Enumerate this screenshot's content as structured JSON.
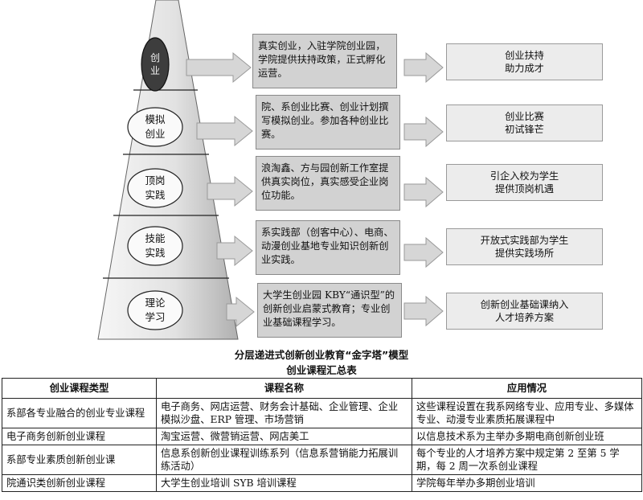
{
  "levels": [
    {
      "label_line1": "创",
      "label_line2": "业",
      "description": "真实创业，入驻学院创业园，学院提供扶持政策，正式孵化运营。",
      "result": "创业扶持\n助力成才"
    },
    {
      "label_line1": "模拟",
      "label_line2": "创业",
      "description": "院、系创业比赛、创业计划撰写模拟创业。参加各种创业比赛。",
      "result": "创业比赛\n初试锋芒"
    },
    {
      "label_line1": "顶岗",
      "label_line2": "实践",
      "description": "浪淘鑫、方与园创新工作室提供真实岗位，真实感受企业岗位功能。",
      "result": "引企入校为学生\n提供顶岗机遇"
    },
    {
      "label_line1": "技能",
      "label_line2": "实践",
      "description": "系实践部（创客中心）、电商、动漫创业基地专业知识创新创业实践。",
      "result": "开放式实践部为学生\n提供实践场所"
    },
    {
      "label_line1": "理论",
      "label_line2": "学习",
      "description": "大学生创业园 KBY“通识型”的创新创业启蒙式教育；专业创业基础课程学习。",
      "result": "创新创业基础课纳入\n人才培养方案"
    }
  ],
  "captions": {
    "figure": "分层递进式创新创业教育“金字塔”模型",
    "table": "创业课程汇总表"
  },
  "table": {
    "headers": [
      "创业课程类型",
      "课程名称",
      "应用情况"
    ],
    "rows": [
      [
        "系部各专业融合的创业专业课程",
        "电子商务、网店运营、财务会计基础、企业管理、企业模拟沙盘、ERP 管理、市场营销",
        "这些课程设置在我系网络专业、应用专业、多媒体专业、动漫专业素质拓展课程中"
      ],
      [
        "电子商务创新创业课程",
        "淘宝运营、微营销运营、网店美工",
        "以信息技术系为主举办多期电商创新创业班"
      ],
      [
        "系部专业素质创新创业课",
        "信息系创新创业课程训练系列（信息系营销能力拓展训练活动）",
        "每个专业的人才培养方案中规定第 2 至第 5 学期，每 2 周一次系创业课程"
      ],
      [
        "院通识类创新创业课程",
        "大学生创业培训 SYB 培训课程",
        "学院每年举办多期创业培训"
      ]
    ]
  },
  "colors": {
    "pyramid_light": "#f4f4f4",
    "pyramid_dark": "#b4b4b4",
    "top_ellipse": "#3d3d3d",
    "desc_box": "#d2d2d2",
    "result_box": "#ececec",
    "arrow": "#d6d6d6"
  }
}
